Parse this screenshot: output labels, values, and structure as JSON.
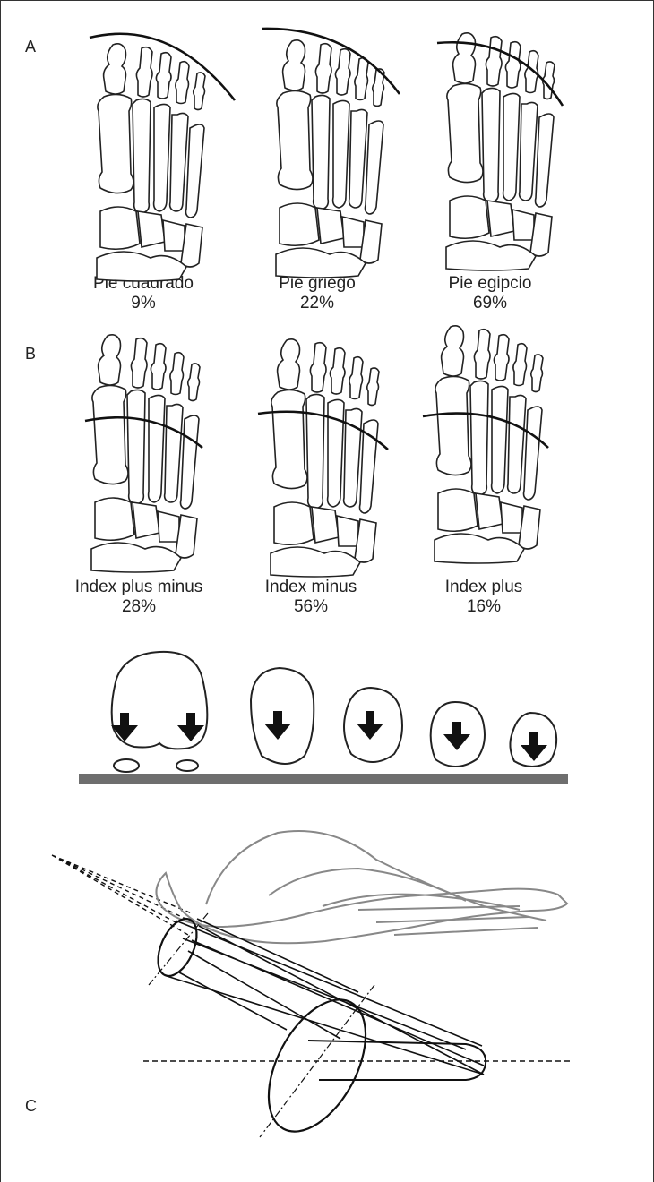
{
  "panels": {
    "a": {
      "letter": "A",
      "feet": [
        {
          "name": "Pie cuadrado",
          "pct": "9%"
        },
        {
          "name": "Pie griego",
          "pct": "22%"
        },
        {
          "name": "Pie egipcio",
          "pct": "69%"
        }
      ]
    },
    "b": {
      "letter": "B",
      "feet": [
        {
          "name": "Index plus minus",
          "pct": "28%"
        },
        {
          "name": "Index minus",
          "pct": "56%"
        },
        {
          "name": "Index plus",
          "pct": "16%"
        }
      ]
    },
    "c": {
      "letter": "C"
    }
  }
}
